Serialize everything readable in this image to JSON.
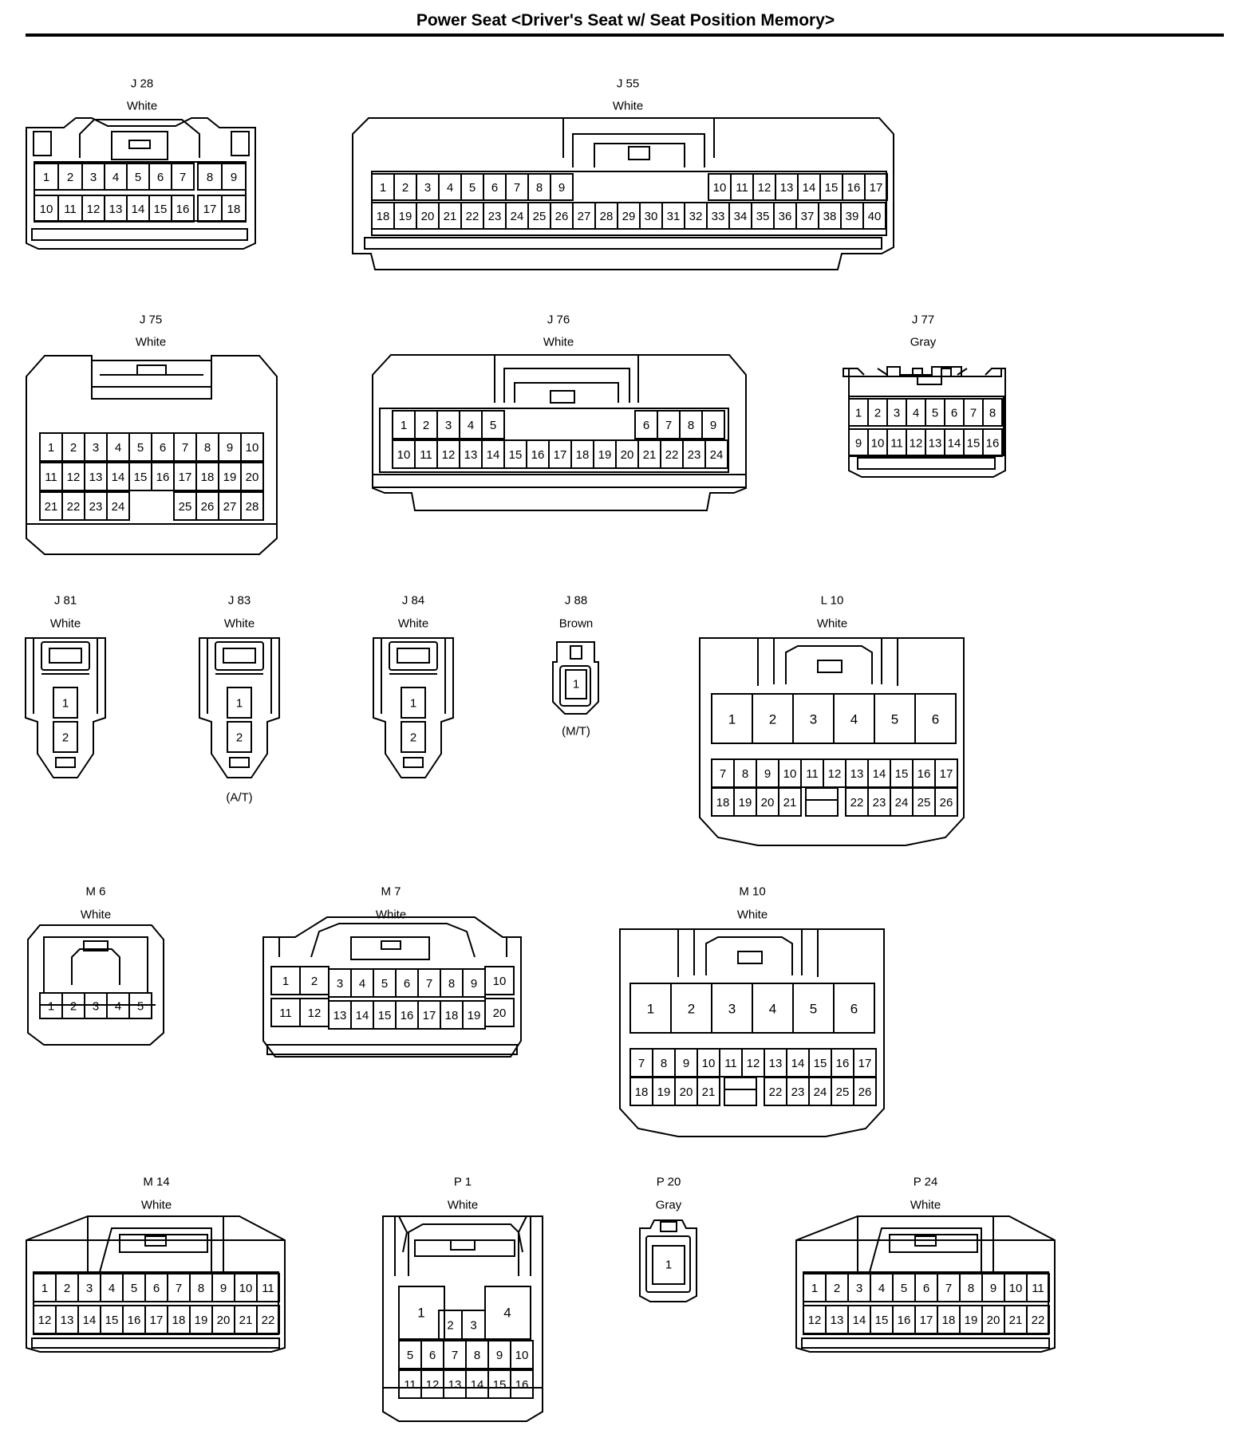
{
  "title": "Power Seat <Driver's Seat w/ Seat Position Memory>",
  "connectors": [
    {
      "id": "J 28",
      "color": "White",
      "note": ""
    },
    {
      "id": "J 55",
      "color": "White",
      "note": ""
    },
    {
      "id": "J 75",
      "color": "White",
      "note": ""
    },
    {
      "id": "J 76",
      "color": "White",
      "note": ""
    },
    {
      "id": "J 77",
      "color": "Gray",
      "note": ""
    },
    {
      "id": "J 81",
      "color": "White",
      "note": ""
    },
    {
      "id": "J 83",
      "color": "White",
      "note": "(A/T)"
    },
    {
      "id": "J 84",
      "color": "White",
      "note": ""
    },
    {
      "id": "J 88",
      "color": "Brown",
      "note": "(M/T)"
    },
    {
      "id": "L 10",
      "color": "White",
      "note": ""
    },
    {
      "id": "M 6",
      "color": "White",
      "note": ""
    },
    {
      "id": "M 7",
      "color": "White",
      "note": ""
    },
    {
      "id": "M 10",
      "color": "White",
      "note": ""
    },
    {
      "id": "M 14",
      "color": "White",
      "note": ""
    },
    {
      "id": "P 1",
      "color": "White",
      "note": ""
    },
    {
      "id": "P 20",
      "color": "Gray",
      "note": ""
    },
    {
      "id": "P 24",
      "color": "White",
      "note": ""
    }
  ]
}
